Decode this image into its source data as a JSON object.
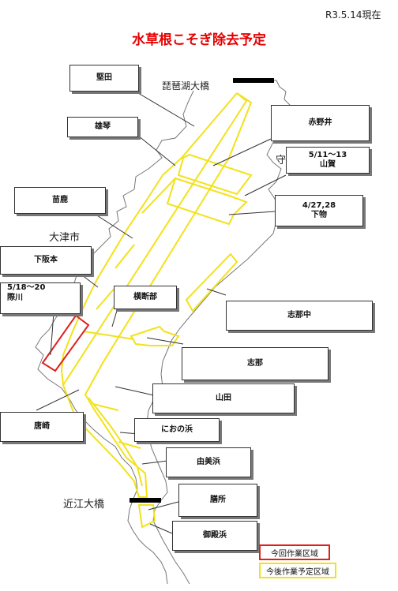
{
  "header": {
    "date": "R3.5.14現在",
    "title": "水草根こそぎ除去予定"
  },
  "places": {
    "biwako_bridge": "琵琶湖大橋",
    "otsu": "大津市",
    "ohmi_bridge": "近江大橋",
    "moriyama_partial": "守"
  },
  "callouts": {
    "katata": "堅田",
    "akanoi": "赤野井",
    "ogoto": "雄琴",
    "yamaga": [
      "5/11～13",
      "山賀"
    ],
    "noka": "苗鹿",
    "shimomono": [
      "4/27,28",
      "下物"
    ],
    "shimosakamoto": "下阪本",
    "zeze": [
      "5/18～20",
      "際川"
    ],
    "oudanbu": "横断部",
    "shinachu": "志那中",
    "shina": "志那",
    "yamada": "山田",
    "karasaki": "唐崎",
    "nionohama": "におの浜",
    "yuhigahama": "由美浜",
    "zeze2": "膳所",
    "gotenhama": "御殿浜"
  },
  "legend": {
    "current": "今回作業区域",
    "planned": "今後作業予定区域",
    "current_color": "#e02020",
    "planned_color": "#f2e21a"
  },
  "colors": {
    "title": "#e60000",
    "planned_area": "#f2e21a",
    "current_area": "#e02020",
    "bridge": "#000000"
  }
}
